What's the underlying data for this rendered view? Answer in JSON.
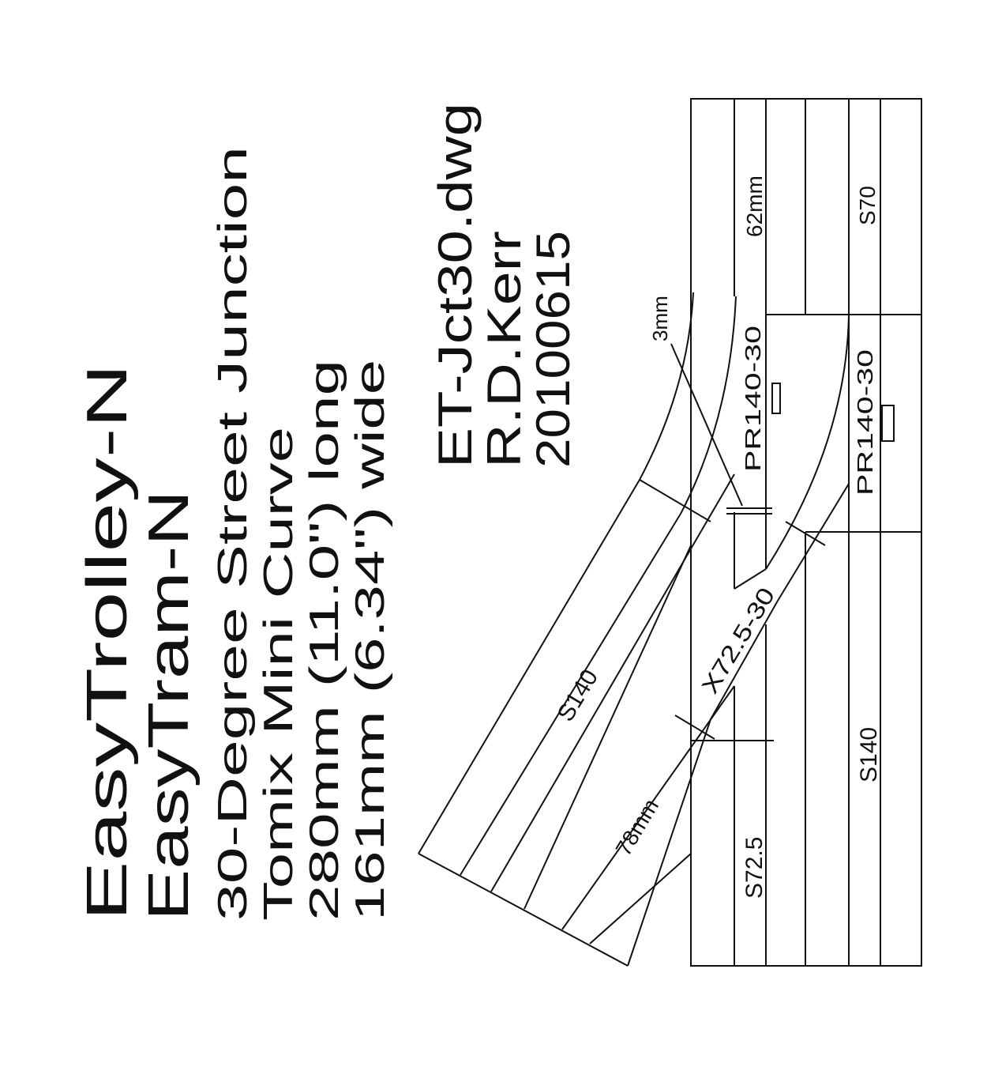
{
  "title_block": {
    "line1": "EasyTrolley-N",
    "line2": "EasyTram-N",
    "line3": "30-Degree Street Junction",
    "line4": "Tomix Mini Curve",
    "line5": "280mm (11.0\") long",
    "line6": "161mm (6.34\") wide"
  },
  "file_block": {
    "filename": "ET-Jct30.dwg",
    "author": "R.D.Kerr",
    "date": "20100615"
  },
  "drawing_labels": {
    "dim_62": "62mm",
    "s70": "S70",
    "pr140_upper": "PR140-30",
    "pr140_lower": "PR140-30",
    "dim_3": "3mm",
    "s140_diag": "S140",
    "x72": "X72.5-30",
    "dim_78": "78mm",
    "s72": "S72.5",
    "s140_straight": "S140"
  }
}
